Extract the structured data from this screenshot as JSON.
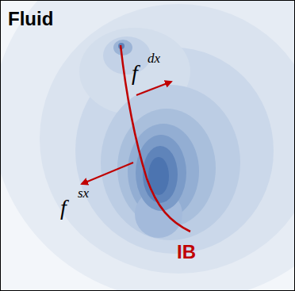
{
  "diagram": {
    "labels": [
      "Fluid",
      "f",
      "dx",
      "f",
      "sx",
      "IB"
    ]
  }
}
